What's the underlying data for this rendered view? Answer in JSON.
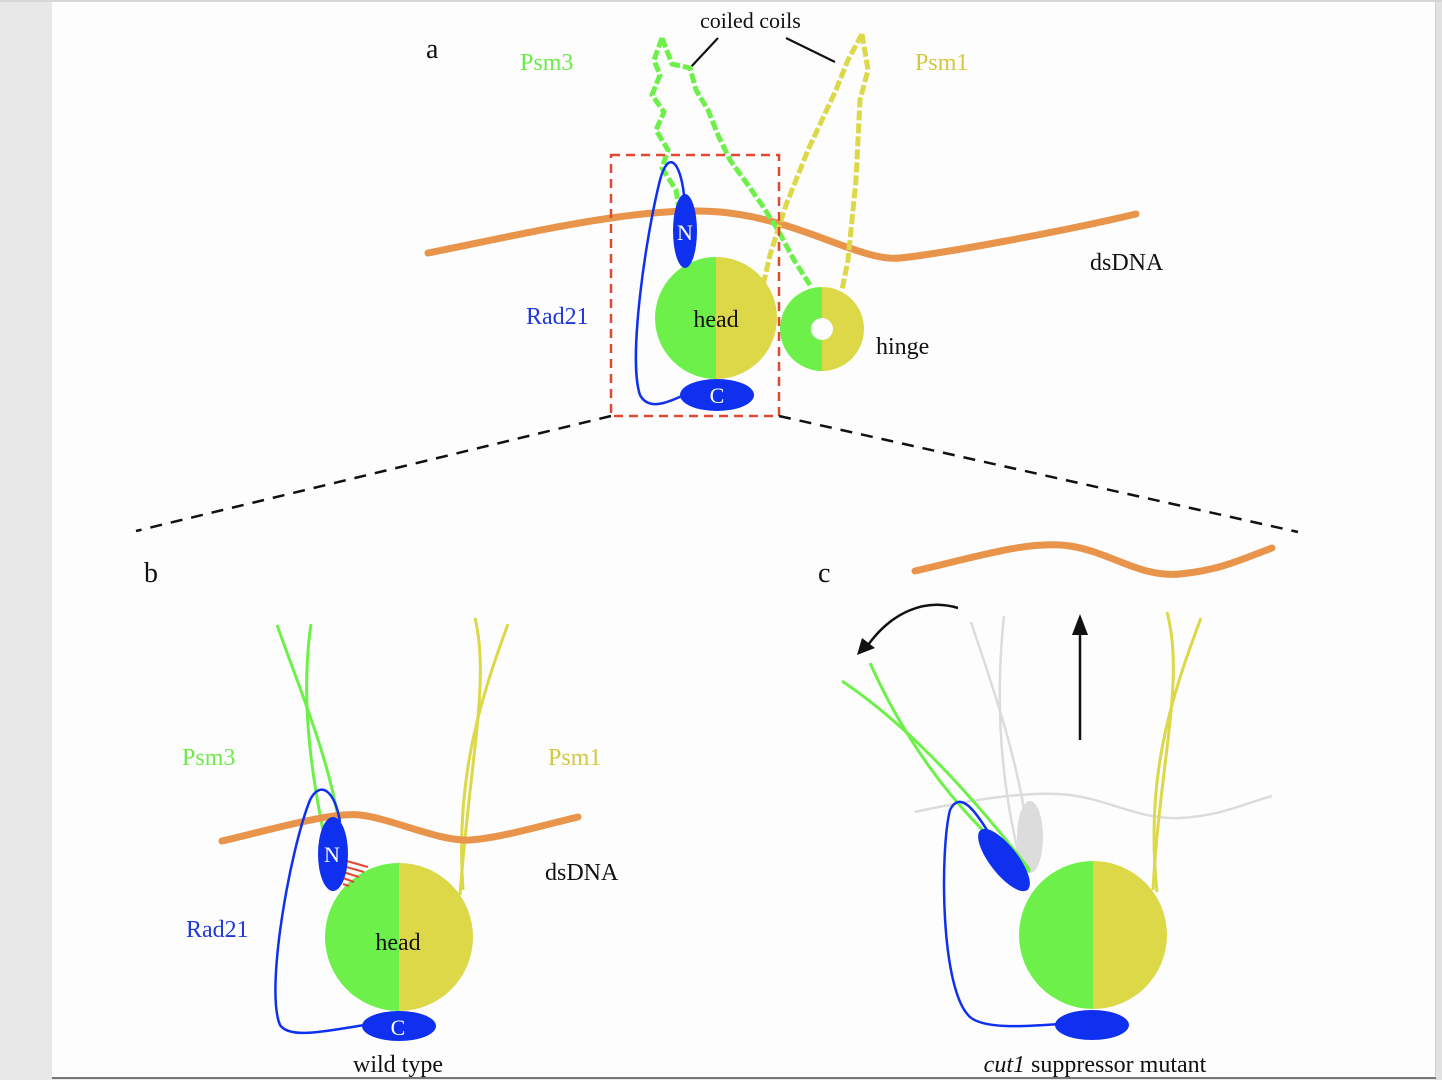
{
  "figure": {
    "panels": {
      "a": {
        "label": "a",
        "coiled_coils": "coiled coils",
        "psm3": "Psm3",
        "psm1": "Psm1",
        "dsdna": "dsDNA",
        "rad21": "Rad21",
        "head": "head",
        "hinge": "hinge",
        "n_terminus": "N",
        "c_terminus": "C"
      },
      "b": {
        "label": "b",
        "psm3": "Psm3",
        "psm1": "Psm1",
        "dsdna": "dsDNA",
        "rad21": "Rad21",
        "head": "head",
        "n_terminus": "N",
        "c_terminus": "C",
        "caption": "wild type"
      },
      "c": {
        "label": "c",
        "caption_italic": "cut1",
        "caption_rest": " suppressor mutant"
      }
    },
    "colors": {
      "psm3_green": "#6ef04a",
      "psm1_yellow": "#dcd848",
      "rad21_blue": "#1030f0",
      "dna_orange": "#e8944a",
      "zoom_box_red": "#e04830",
      "ghost_gray": "#dcdcdc",
      "psm3_label": "#6ee84a",
      "psm1_label": "#d4c840",
      "rad21_label": "#2038d8"
    }
  }
}
